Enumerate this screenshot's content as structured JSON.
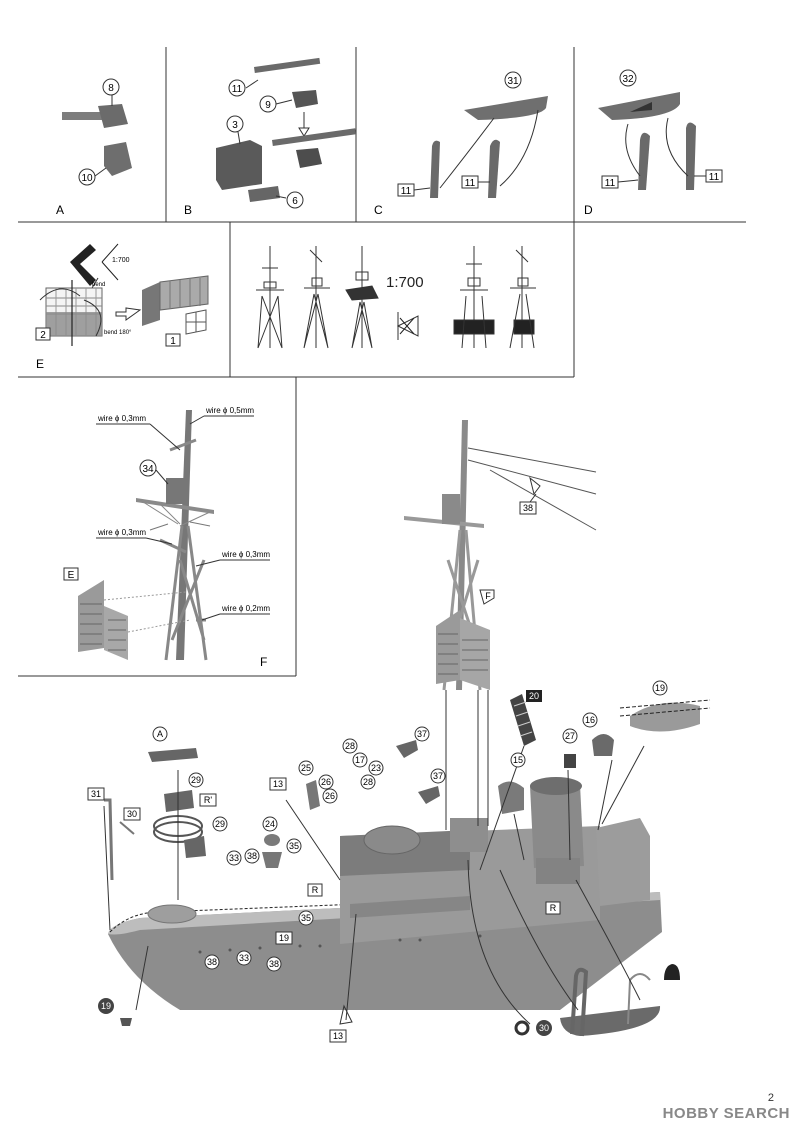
{
  "panels": {
    "A": {
      "letter": "A",
      "parts": [
        "8",
        "10"
      ]
    },
    "B": {
      "letter": "B",
      "parts": [
        "11",
        "9",
        "3",
        "6"
      ]
    },
    "C": {
      "letter": "C",
      "parts": [
        "31",
        "11",
        "11"
      ]
    },
    "D": {
      "letter": "D",
      "parts": [
        "32",
        "11",
        "11"
      ]
    },
    "E": {
      "letter": "E",
      "parts": [
        "2",
        "1"
      ],
      "scale": "1:700",
      "bend": "bend",
      "bend180": "bend 180°"
    },
    "mast_views": {
      "scale": "1:700"
    },
    "F": {
      "letter": "F",
      "part": "34",
      "ref": "E",
      "wires": [
        "wire ϕ 0,3mm",
        "wire ϕ 0,5mm",
        "wire ϕ 0,3mm",
        "wire ϕ 0,3mm",
        "wire ϕ 0,2mm"
      ]
    }
  },
  "main": {
    "callouts": {
      "c38a": "38",
      "cF": "F",
      "c20": "20",
      "c19": "19",
      "c16": "16",
      "c27": "27",
      "c15": "15",
      "c37a": "37",
      "c37b": "37",
      "c28a": "28",
      "c17": "17",
      "c28b": "28",
      "c23": "23",
      "c25": "25",
      "c26a": "26",
      "c26b": "26",
      "cA": "A",
      "c29a": "29",
      "cRp": "R'",
      "c29b": "29",
      "c31": "31",
      "c30": "30",
      "c13a": "13",
      "c24": "24",
      "c33a": "33",
      "c38b": "38",
      "c35a": "35",
      "cR1": "R",
      "cR2": "R",
      "c35b": "35",
      "c19b": "19",
      "c38c": "38",
      "c33b": "33",
      "c38d": "38",
      "c19c": "19",
      "c13b": "13",
      "c30b": "30"
    }
  },
  "footer": {
    "page": "2",
    "brand": "HOBBY SEARCH"
  }
}
